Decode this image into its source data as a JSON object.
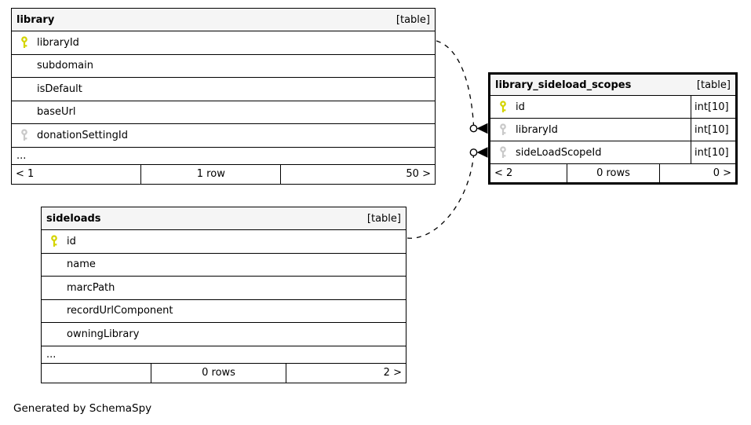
{
  "diagram": {
    "generated_by": "Generated by SchemaSpy"
  },
  "colors": {
    "primary_key": "#d4d400",
    "foreign_key": "#c9c9c9",
    "header_bg": "#f5f5f5"
  },
  "tables": [
    {
      "name": "library",
      "tag": "[table]",
      "columns": [
        {
          "name": "libraryId",
          "key": "primary"
        },
        {
          "name": "subdomain",
          "key": null
        },
        {
          "name": "isDefault",
          "key": null
        },
        {
          "name": "baseUrl",
          "key": null
        },
        {
          "name": "donationSettingId",
          "key": "foreign"
        }
      ],
      "ellipsis": "...",
      "footer": {
        "left": "< 1",
        "center": "1 row",
        "right": "50 >"
      }
    },
    {
      "name": "library_sideload_scopes",
      "tag": "[table]",
      "columns": [
        {
          "name": "id",
          "key": "primary",
          "type": "int[10]"
        },
        {
          "name": "libraryId",
          "key": "foreign",
          "type": "int[10]"
        },
        {
          "name": "sideLoadScopeId",
          "key": "foreign",
          "type": "int[10]"
        }
      ],
      "footer": {
        "left": "< 2",
        "center": "0 rows",
        "right": "0 >"
      }
    },
    {
      "name": "sideloads",
      "tag": "[table]",
      "columns": [
        {
          "name": "id",
          "key": "primary"
        },
        {
          "name": "name",
          "key": null
        },
        {
          "name": "marcPath",
          "key": null
        },
        {
          "name": "recordUrlComponent",
          "key": null
        },
        {
          "name": "owningLibrary",
          "key": null
        }
      ],
      "ellipsis": "...",
      "footer": {
        "left": "",
        "center": "0 rows",
        "right": "2 >"
      }
    }
  ],
  "relationships": [
    {
      "from": "library.libraryId",
      "to": "library_sideload_scopes.libraryId"
    },
    {
      "from": "sideloads.id",
      "to": "library_sideload_scopes.sideLoadScopeId"
    }
  ]
}
